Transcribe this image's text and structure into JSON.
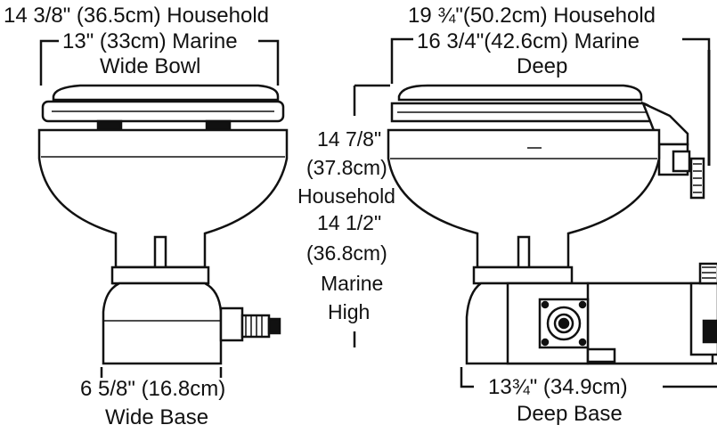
{
  "left_toilet": {
    "household_width": "14 3/8\" (36.5cm) Household",
    "marine_width": "13\" (33cm) Marine",
    "bowl_type": "Wide Bowl",
    "base_width": "6 5/8\" (16.8cm)",
    "base_type": "Wide Base"
  },
  "right_toilet": {
    "household_width": "19 ¾\"(50.2cm) Household",
    "marine_width": "16 3/4\"(42.6cm) Marine",
    "bowl_type": "Deep",
    "height_household_1": "14 7/8\"",
    "height_household_2": "(37.8cm)",
    "height_household_3": "Household",
    "height_marine_1": "14 1/2\"",
    "height_marine_2": "(36.8cm)",
    "height_marine_3": "Marine",
    "height_marine_4": "High",
    "base_width": "13¾\" (34.9cm)",
    "base_type": "Deep Base"
  },
  "colors": {
    "ink": "#111111",
    "paper": "#ffffff"
  }
}
